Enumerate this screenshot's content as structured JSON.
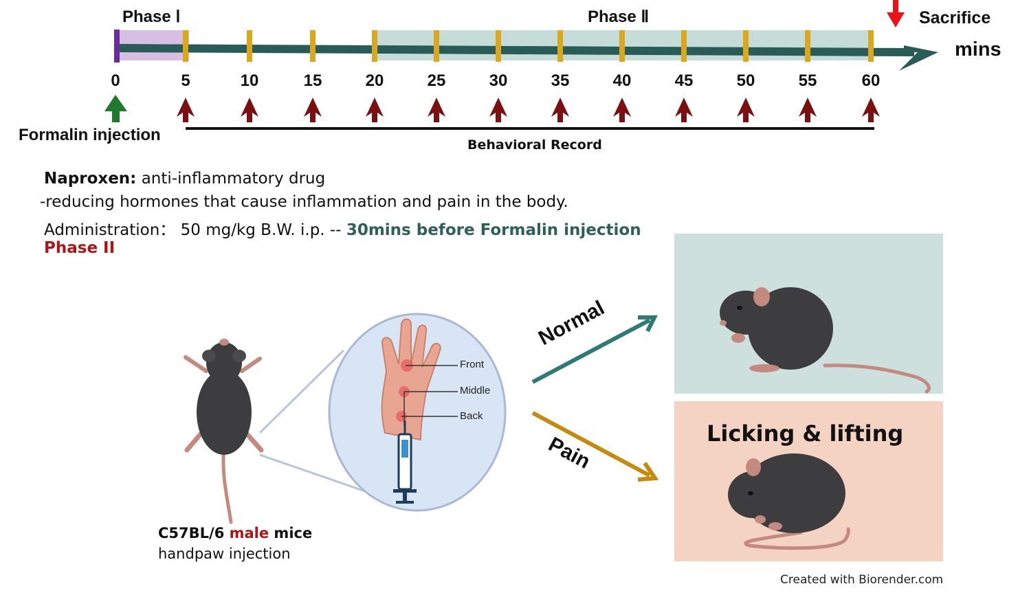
{
  "timeline": {
    "phase1_label": "Phase Ⅰ",
    "phase2_label": "Phase Ⅱ",
    "sacrifice_label": "Sacrifice",
    "unit_label": "mins",
    "ticks": [
      "0",
      "5",
      "10",
      "15",
      "20",
      "25",
      "30",
      "35",
      "40",
      "45",
      "50",
      "55",
      "60"
    ],
    "formalin_label": "Formalin injection",
    "behavioral_label": "Behavioral Record"
  },
  "info": {
    "drug_name": "Naproxen:",
    "drug_desc": " anti-inflammatory drug",
    "mechanism": " -reducing hormones that cause inflammation and pain in the body.",
    "admin_prefix": "Administration：  50 mg/kg  B.W. i.p. -- ",
    "admin_highlight": "30mins before Formalin injection",
    "phase_note": "Phase II"
  },
  "mouse": {
    "strain": "C57BL/6 ",
    "sex": "male",
    "suffix": " mice",
    "procedure": "handpaw injection"
  },
  "paw": {
    "front": "Front",
    "middle": "Middle",
    "back": "Back"
  },
  "outcomes": {
    "normal": "Normal",
    "pain": "Pain",
    "pain_behavior": "Licking & lifting"
  },
  "credit": "Created with Biorender.com",
  "colors": {
    "timeline_axis": "#2a5c57",
    "tick_marker": "#d9a81e",
    "phase1_fill": "#d6bfe3",
    "phase2_fill": "#c6dcd8",
    "event_arrow": "#7a1010",
    "formalin_arrow": "#1f7a2e",
    "sacrifice_arrow": "#e8141a",
    "highlight_green": "#2e5f58",
    "highlight_red": "#b01515",
    "normal_arrow": "#2f7a74",
    "pain_arrow": "#c68a0c",
    "normal_panel": "#cde0de",
    "pain_panel": "#f4d3c3"
  }
}
